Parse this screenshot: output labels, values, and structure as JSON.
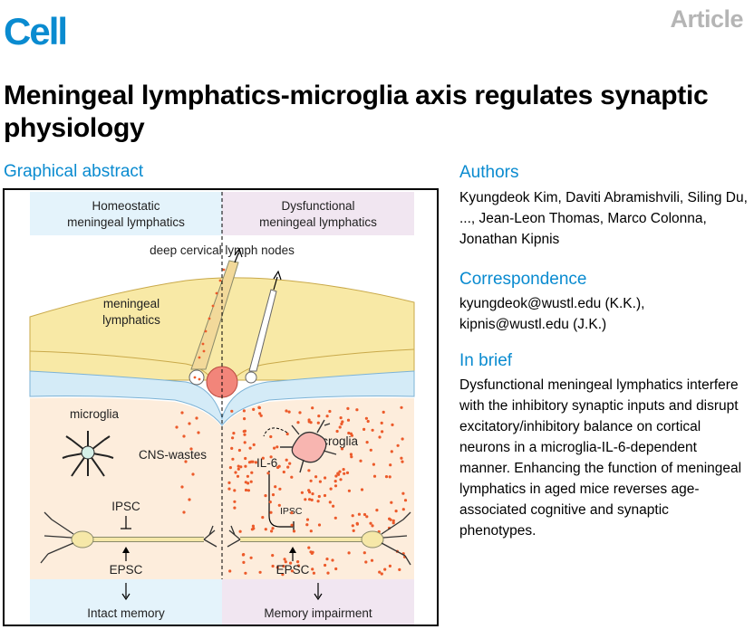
{
  "header": {
    "journal": "Cell",
    "type": "Article"
  },
  "title": "Meningeal lymphatics-microglia axis regulates synaptic physiology",
  "graphical_abstract": {
    "heading": "Graphical abstract",
    "left_panel": "Homeostatic meningeal lymphatics",
    "right_panel": "Dysfunctional meningeal lymphatics",
    "deep_nodes": "deep cervical lymph nodes",
    "meningeal_lymphatics": "meningeal lymphatics",
    "microglia_left": "microglia",
    "microglia_right": "microglia",
    "cns_wastes": "CNS-wastes",
    "il6": "IL-6",
    "ipsc_left": "IPSC",
    "ipsc_right": "IPSC",
    "epsc_left": "EPSC",
    "epsc_right": "EPSC",
    "outcome_left": "Intact memory",
    "outcome_right": "Memory impairment",
    "colors": {
      "left_header": "#e4f3fb",
      "right_header": "#f1e6f1",
      "meninges": "#f8e9a6",
      "csf_layer": "#d4ebf7",
      "brain": "#fdeddc",
      "dots": "#ec5a2a"
    }
  },
  "authors": {
    "heading": "Authors",
    "text": "Kyungdeok Kim, Daviti Abramishvili, Siling Du, ..., Jean-Leon Thomas, Marco Colonna, Jonathan Kipnis"
  },
  "correspondence": {
    "heading": "Correspondence",
    "text": "kyungdeok@wustl.edu (K.K.), kipnis@wustl.edu (J.K.)"
  },
  "in_brief": {
    "heading": "In brief",
    "text": "Dysfunctional meningeal lymphatics interfere with the inhibitory synaptic inputs and disrupt excitatory/inhibitory balance on cortical neurons in a microglia-IL-6-dependent manner. Enhancing the function of meningeal lymphatics in aged mice reverses age-associated cognitive and synaptic phenotypes."
  }
}
